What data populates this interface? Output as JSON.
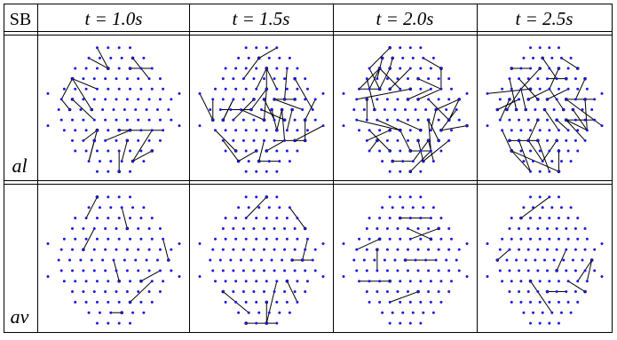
{
  "table": {
    "corner_label": "SB",
    "column_headers": [
      "t = 1.0s",
      "t = 1.5s",
      "t = 2.0s",
      "t = 2.5s"
    ],
    "row_labels": [
      "al",
      "av"
    ]
  },
  "colors": {
    "node": "#1a1adf",
    "edge": "#000000",
    "grid": "#000000"
  }
}
